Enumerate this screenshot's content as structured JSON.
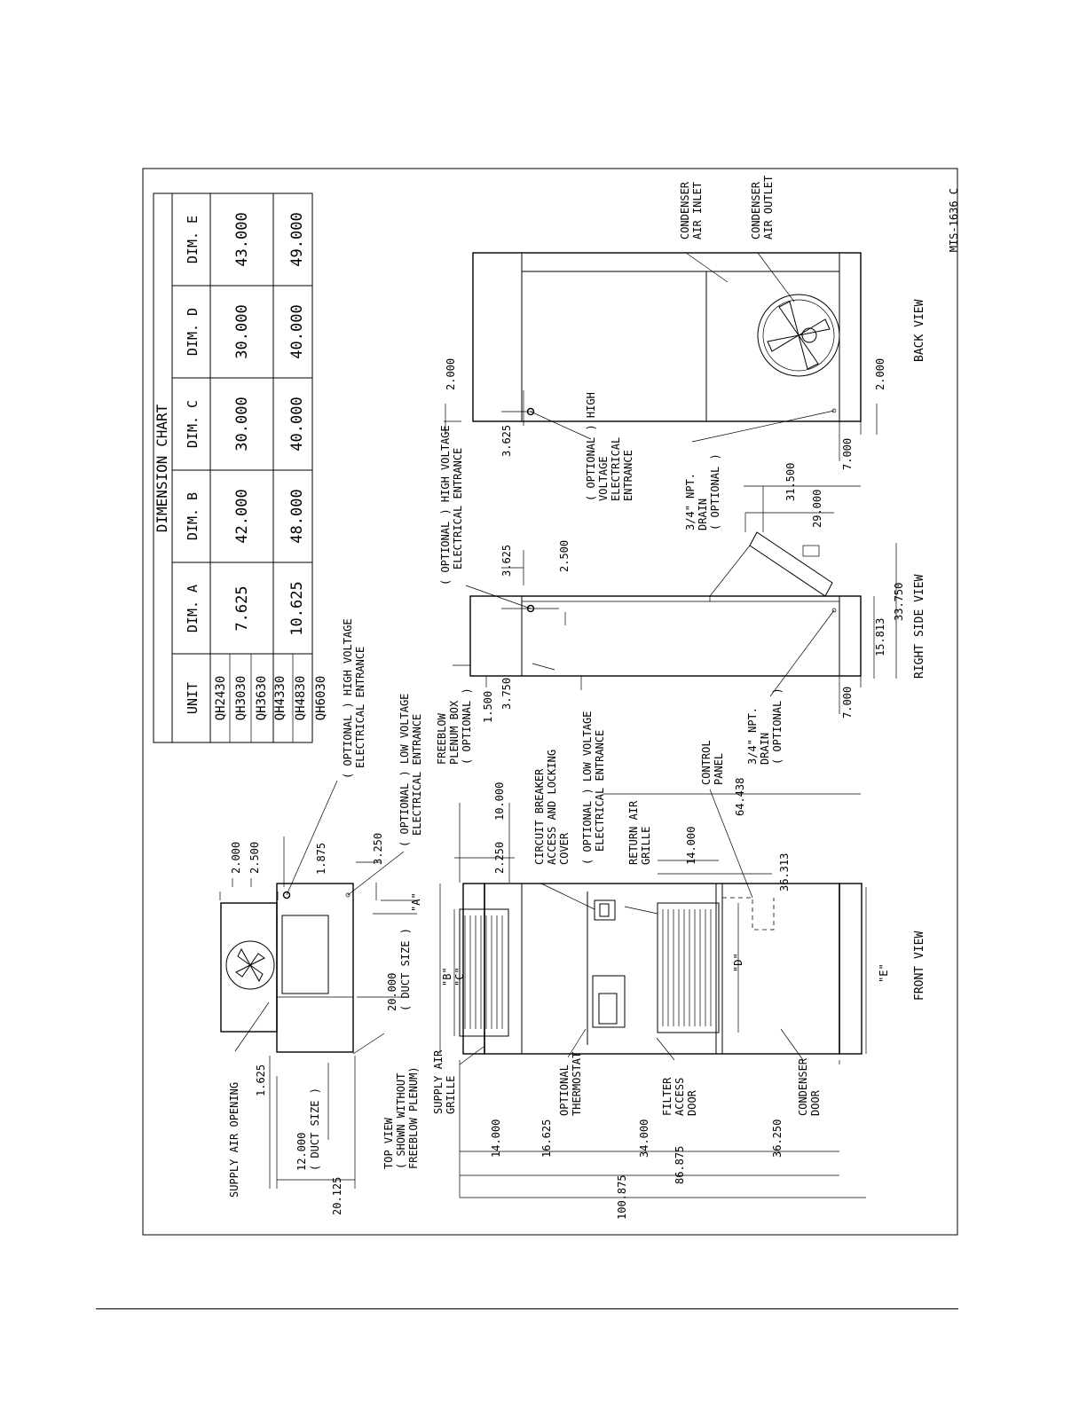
{
  "drawing_number": "MIS-1636 C",
  "chart": {
    "title": "DIMENSION CHART",
    "headers": [
      "UNIT",
      "DIM. A",
      "DIM. B",
      "DIM. C",
      "DIM. D",
      "DIM. E"
    ],
    "unit_models": [
      "QH2430",
      "QH3030",
      "QH3630",
      "QH4330",
      "QH4830",
      "QH6030"
    ],
    "group1": {
      "a": "7.625",
      "b": "42.000",
      "c": "30.000",
      "d": "30.000",
      "e": "43.000"
    },
    "group2": {
      "a": "10.625",
      "b": "48.000",
      "c": "40.000",
      "d": "40.000",
      "e": "49.000"
    }
  },
  "views": {
    "top": [
      "TOP VIEW",
      "( SHOWN WITHOUT",
      "FREEBLOW PLENUM)"
    ],
    "front": "FRONT VIEW",
    "right": "RIGHT SIDE VIEW",
    "back": "BACK VIEW"
  },
  "labels": {
    "hv_top": [
      "( OPTIONAL ) HIGH VOLTAGE",
      "ELECTRICAL ENTRANCE"
    ],
    "lv_top": [
      "( OPTIONAL ) LOW VOLTAGE",
      "ELECTRICAL ENTRANCE"
    ],
    "supply_opening": "SUPPLY AIR OPENING",
    "duct_size": "( DUCT SIZE )",
    "freeblow": [
      "FREEBLOW",
      "PLENUM BOX",
      "( OPTIONAL )"
    ],
    "cb": [
      "CIRCUIT BREAKER",
      "ACCESS AND LOCKING",
      "COVER"
    ],
    "lv_front": [
      "( OPTIONAL ) LOW VOLTAGE",
      "ELECTRICAL ENTRANCE"
    ],
    "return_grille": [
      "RETURN AIR",
      "GRILLE"
    ],
    "control_panel": [
      "CONTROL",
      "PANEL"
    ],
    "supply_grille": [
      "SUPPLY AIR",
      "GRILLE"
    ],
    "thermostat": [
      "OPTIONAL",
      "THERMOSTAT"
    ],
    "filter": [
      "FILTER",
      "ACCESS",
      "DOOR"
    ],
    "condenser_door": [
      "CONDENSER",
      "DOOR"
    ],
    "hv_side": [
      "( OPTIONAL ) HIGH VOLTAGE",
      "ELECTRICAL ENTRANCE"
    ],
    "hv_back": [
      "( OPTIONAL ) HIGH",
      "VOLTAGE",
      "ELECTRICAL",
      "ENTRANCE"
    ],
    "drain": [
      "3/4\" NPT.",
      "DRAIN",
      "( OPTIONAL )"
    ],
    "cond_inlet": [
      "CONDENSER",
      "AIR INLET"
    ],
    "cond_outlet": [
      "CONDENSER",
      "AIR OUTLET"
    ],
    "dim_b": "\"B\"",
    "dim_c": "\"C\"",
    "dim_d": "\"D\"",
    "dim_e": "\"E\"",
    "dim_a": "\"A\""
  },
  "dims": {
    "d2000": "2.000",
    "d2500": "2.500",
    "d1875": "1.875",
    "d3250": "3.250",
    "d20000": "20.000",
    "d1625": "1.625",
    "d12000": "12.000",
    "d20125": "20.125",
    "d10000": "10.000",
    "d2250": "2.250",
    "d14000": "14.000",
    "d64438": "64.438",
    "d36313": "36.313",
    "d16625": "16.625",
    "d34000": "34.000",
    "d36250": "36.250",
    "d86875": "86.875",
    "d100875": "100.875",
    "d1500": "1.500",
    "d3750": "3.750",
    "d3625": "3.625",
    "d7000": "7.000",
    "d15813": "15.813",
    "d33750": "33.750",
    "d31500": "31.500",
    "d29000": "29.000"
  }
}
